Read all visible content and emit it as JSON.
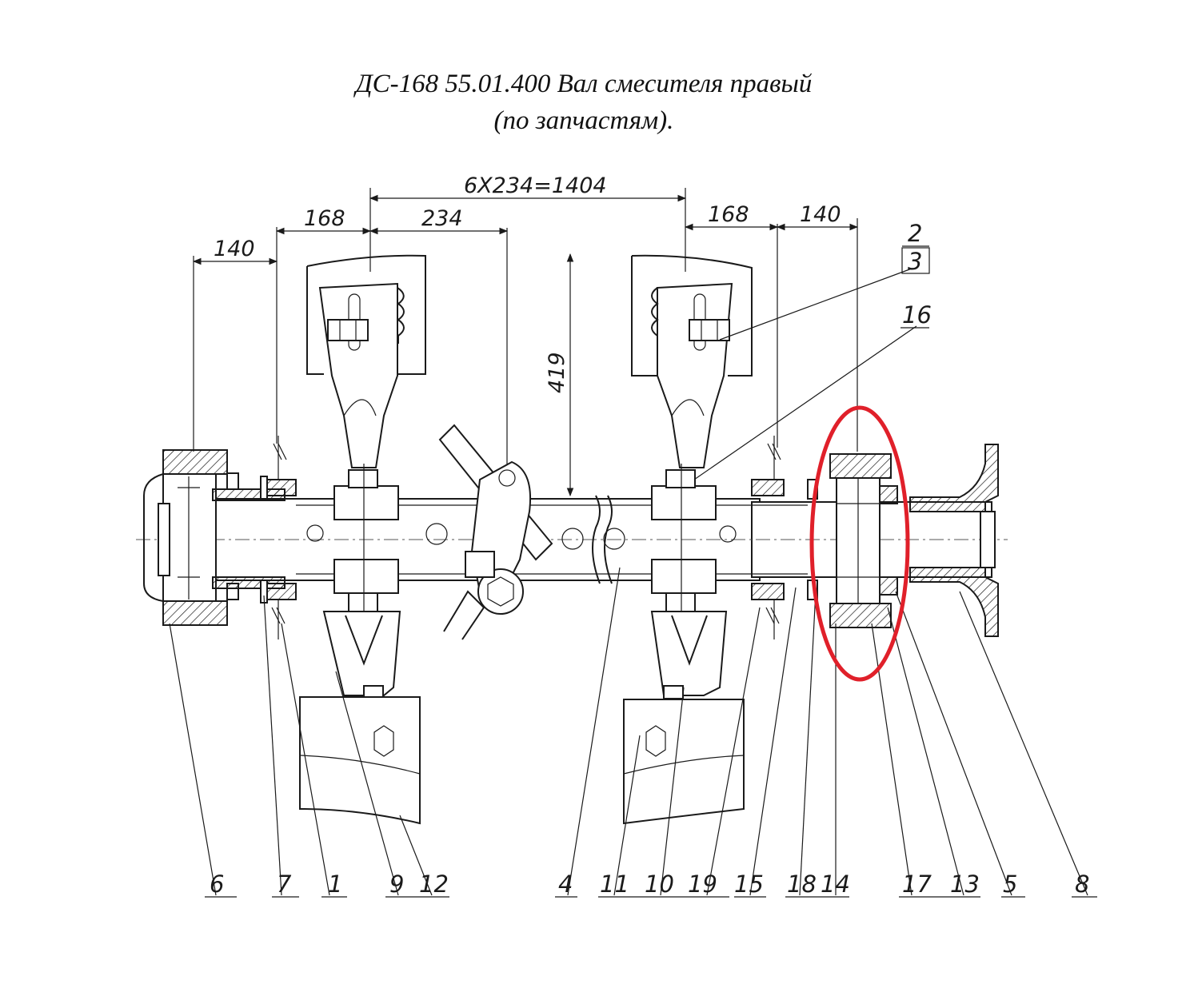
{
  "title": {
    "line1": "ДС-168 55.01.400 Вал смесителя правый",
    "line2": "(по запчастям)."
  },
  "dimensions": {
    "d_140_left": "140",
    "d_168_left": "168",
    "d_234": "234",
    "d_total": "6X234=1404",
    "d_168_right": "168",
    "d_140_right": "140",
    "d_419": "419"
  },
  "callouts": [
    "6",
    "7",
    "1",
    "9",
    "12",
    "4",
    "11",
    "10",
    "19",
    "15",
    "18",
    "14",
    "17",
    "13",
    "5",
    "8"
  ],
  "callouts_top": [
    "2",
    "3",
    "16"
  ],
  "highlight_color": "#e0202a"
}
